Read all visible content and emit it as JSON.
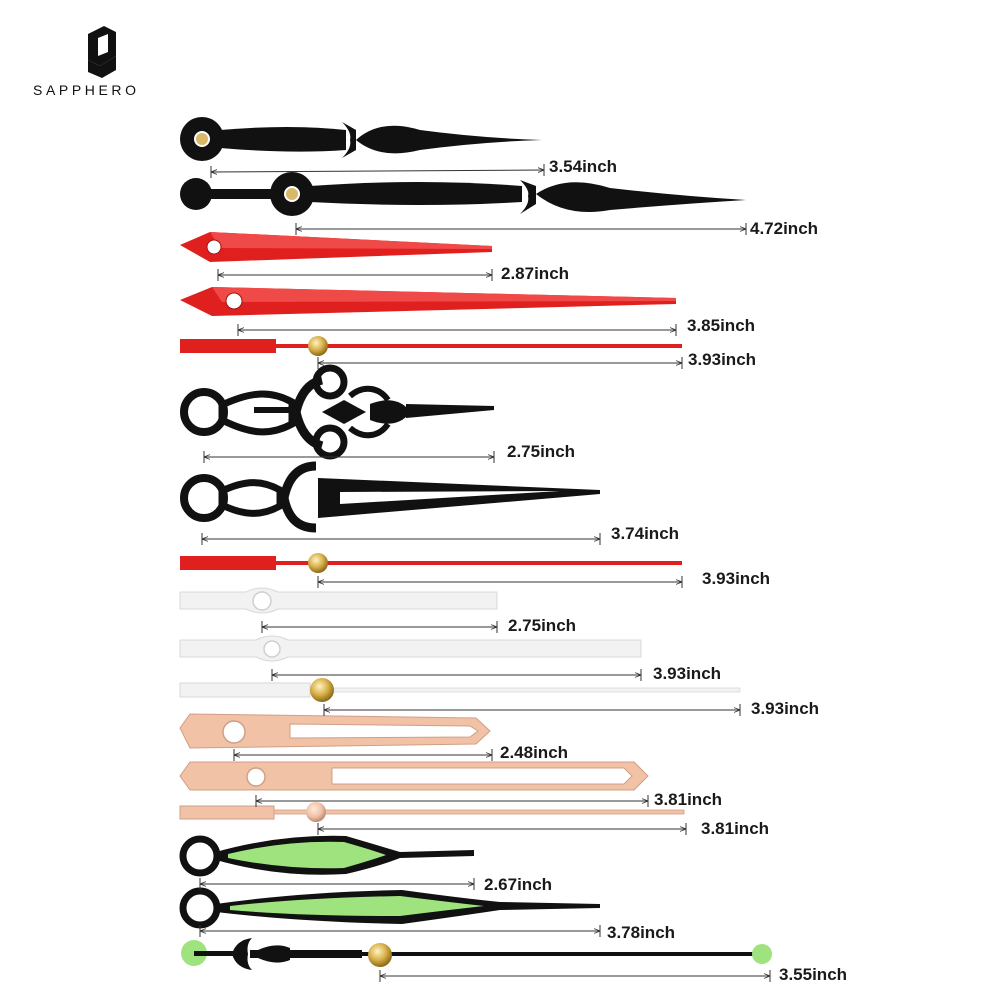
{
  "brand": {
    "name": "SAPPHERO",
    "logo_icon": "s-logo-icon"
  },
  "colors": {
    "black": "#111111",
    "red": "#e0201e",
    "white_hand": "#f2f2f2",
    "white_outline": "#d8d8d8",
    "rose_gold": "#f2c2a6",
    "rose_outline": "#cf9f86",
    "luminous_green": "#9fe37f",
    "gold": "#d8b04a",
    "dimension_line": "#333333"
  },
  "hands": [
    {
      "label": "3.54inch",
      "color": "black",
      "style": "spade-hour"
    },
    {
      "label": "4.72inch",
      "color": "black",
      "style": "spade-minute-counterweight"
    },
    {
      "label": "2.87inch",
      "color": "red",
      "style": "faceted-hour"
    },
    {
      "label": "3.85inch",
      "color": "red",
      "style": "faceted-minute"
    },
    {
      "label": "3.93inch",
      "color": "red",
      "style": "stick-second"
    },
    {
      "label": "2.75inch",
      "color": "black",
      "style": "ornate-hour"
    },
    {
      "label": "3.74inch",
      "color": "black",
      "style": "ornate-minute"
    },
    {
      "label": "3.93inch",
      "color": "red",
      "style": "stick-second"
    },
    {
      "label": "2.75inch",
      "color": "white",
      "style": "bar-hour"
    },
    {
      "label": "3.93inch",
      "color": "white",
      "style": "bar-minute"
    },
    {
      "label": "3.93inch",
      "color": "white",
      "style": "stick-second"
    },
    {
      "label": "2.48inch",
      "color": "rose",
      "style": "open-arrow-hour"
    },
    {
      "label": "3.81inch",
      "color": "rose",
      "style": "open-arrow-minute"
    },
    {
      "label": "3.81inch",
      "color": "rose",
      "style": "stick-second"
    },
    {
      "label": "2.67inch",
      "color": "black-green",
      "style": "luminous-hour"
    },
    {
      "label": "3.78inch",
      "color": "black-green",
      "style": "luminous-minute"
    },
    {
      "label": "3.55inch",
      "color": "black-green",
      "style": "luminous-second"
    }
  ]
}
